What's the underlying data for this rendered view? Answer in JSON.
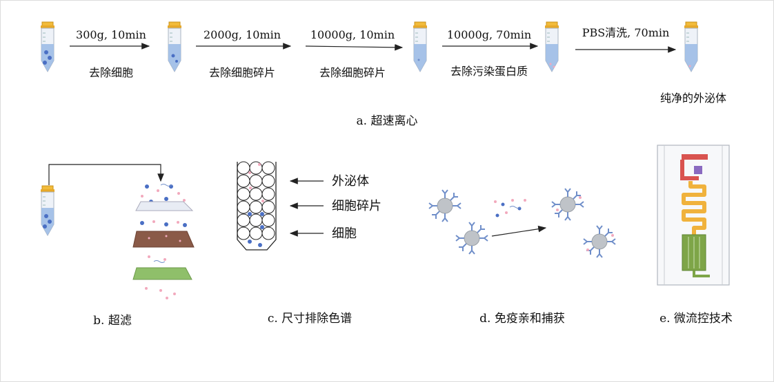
{
  "section_a": {
    "steps": [
      {
        "top": "300g, 10min",
        "bottom": "去除细胞"
      },
      {
        "top": "2000g, 10min",
        "bottom": "去除细胞碎片"
      },
      {
        "top": "10000g, 10min",
        "bottom": "去除细胞碎片"
      },
      {
        "top": "10000g, 70min",
        "bottom": "去除污染蛋白质"
      },
      {
        "top": "PBS清洗, 70min",
        "bottom": ""
      }
    ],
    "result": "纯净的外泌体",
    "caption": "a. 超速离心"
  },
  "section_b": {
    "caption": "b. 超滤"
  },
  "section_c": {
    "caption": "c. 尺寸排除色谱",
    "labels": [
      "外泌体",
      "细胞碎片",
      "细胞"
    ]
  },
  "section_d": {
    "caption": "d. 免疫亲和捕获"
  },
  "section_e": {
    "caption": "e. 微流控技术"
  },
  "colors": {
    "tube_cap": "#f2bb3a",
    "tube_liquid": "#9dbde6",
    "blue_particle": "#4a6fc4",
    "pink_particle": "#f2a9bd",
    "brown_membrane": "#8a5a48",
    "green_membrane": "#8fbf6a",
    "exosome_gray": "#bfc3c8",
    "antibody_blue": "#6f8ec9",
    "chip_orange": "#f0b23c",
    "chip_green": "#7ea548",
    "chip_red": "#d9534f"
  }
}
